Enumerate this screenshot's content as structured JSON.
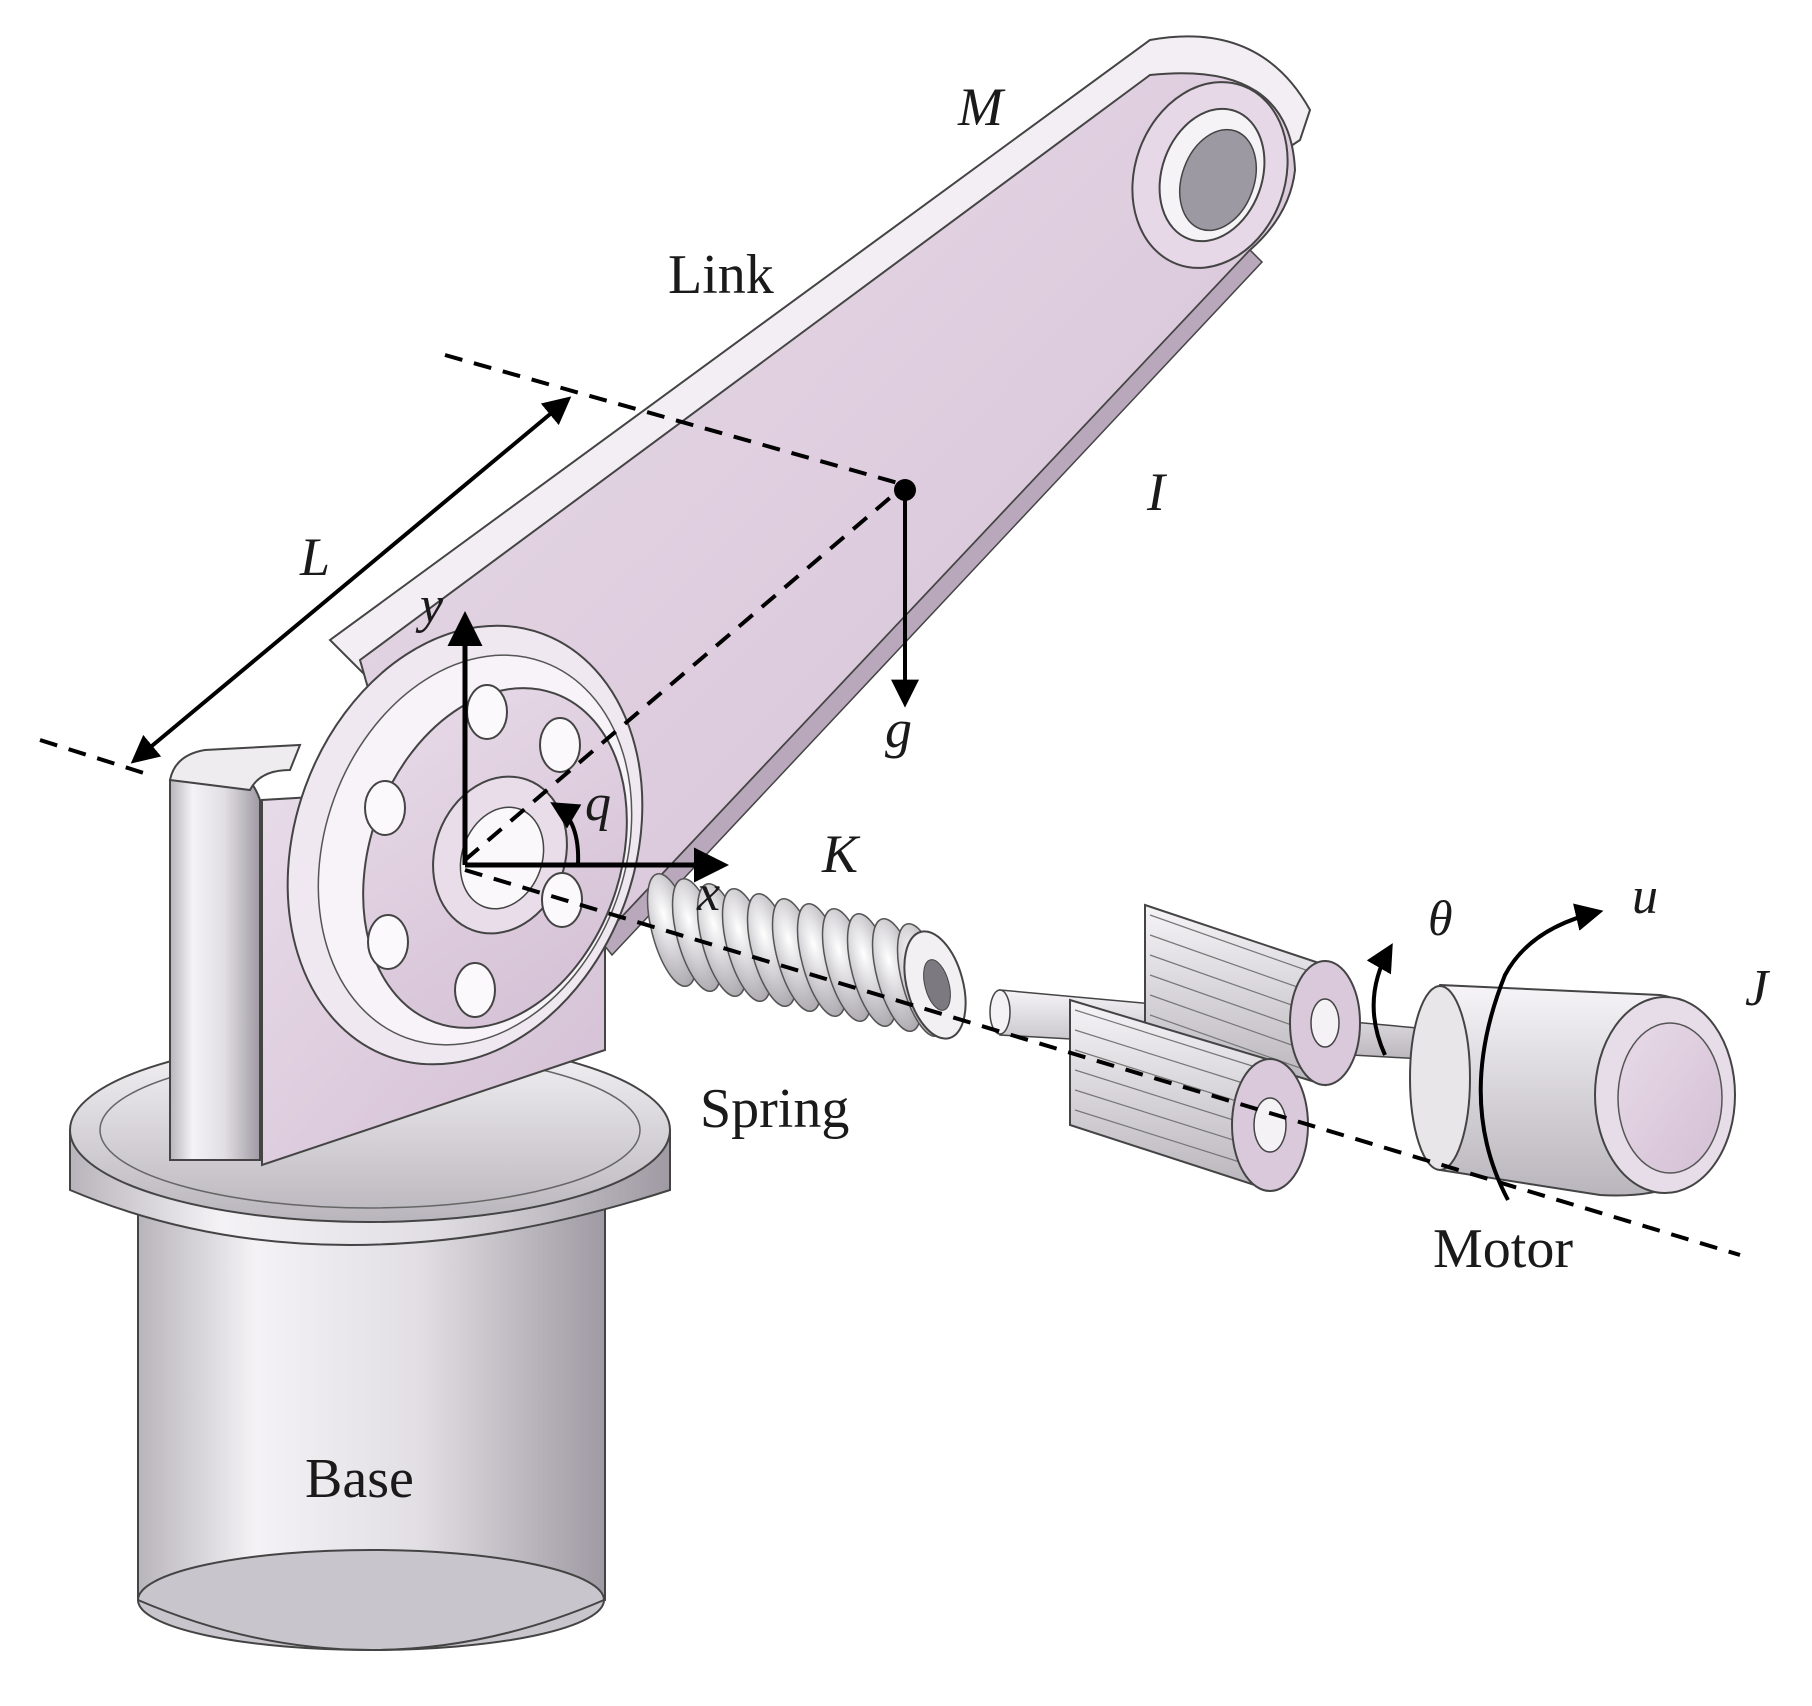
{
  "labels": {
    "link": "Link",
    "spring": "Spring",
    "motor": "Motor",
    "base": "Base"
  },
  "symbols": {
    "mass": "M",
    "inertia_link": "I",
    "length": "L",
    "gravity": "g",
    "stiffness": "K",
    "joint_angle": "q",
    "motor_angle": "θ",
    "input": "u",
    "inertia_motor": "J",
    "axis_x": "x",
    "axis_y": "y"
  },
  "colors": {
    "part_fill": "#dccadc",
    "part_light": "#f2eaf2",
    "metal": "#e6e3e8",
    "metal_dark": "#a9a5ad",
    "outline": "#333333",
    "annotation": "#000000"
  }
}
